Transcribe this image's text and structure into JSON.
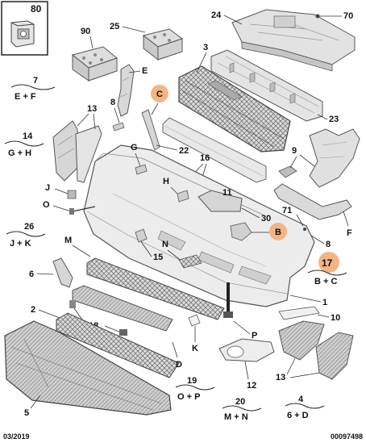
{
  "inset": {
    "number": "80"
  },
  "labels": {
    "n90": "90",
    "n25": "25",
    "n24": "24",
    "n70": "70",
    "n3": "3",
    "nE": "E",
    "nC": "C",
    "n8a": "8",
    "n13a": "13",
    "n23": "23",
    "nG": "G",
    "n22": "22",
    "n16": "16",
    "n9": "9",
    "nJ": "J",
    "nH": "H",
    "n11": "11",
    "nO": "O",
    "n30": "30",
    "n71": "71",
    "nB": "B",
    "n8b": "8",
    "nF": "F",
    "nM": "M",
    "nN": "N",
    "n15": "15",
    "n6": "6",
    "n1": "1",
    "n2": "2",
    "n10": "10",
    "n18": "18",
    "nK": "K",
    "nP": "P",
    "nD": "D",
    "n13b": "13",
    "n12": "12",
    "n5": "5",
    "n17": "17"
  },
  "groups": {
    "g7": {
      "top": "7",
      "bottom": "E + F"
    },
    "g14": {
      "top": "14",
      "bottom": "G + H"
    },
    "g26": {
      "top": "26",
      "bottom": "J + K"
    },
    "g17": {
      "bottom": "B + C"
    },
    "g19": {
      "top": "19",
      "bottom": "O + P"
    },
    "g20": {
      "top": "20",
      "bottom": "M + N"
    },
    "g4": {
      "top": "4",
      "bottom": "6 + D"
    }
  },
  "footer": {
    "date": "03/2019",
    "ref": "00097498"
  },
  "colors": {
    "highlight": "#f4b486",
    "part_stroke": "#555555",
    "part_fill": "#e9e9e9",
    "dark_fill": "#9a9a9a"
  }
}
